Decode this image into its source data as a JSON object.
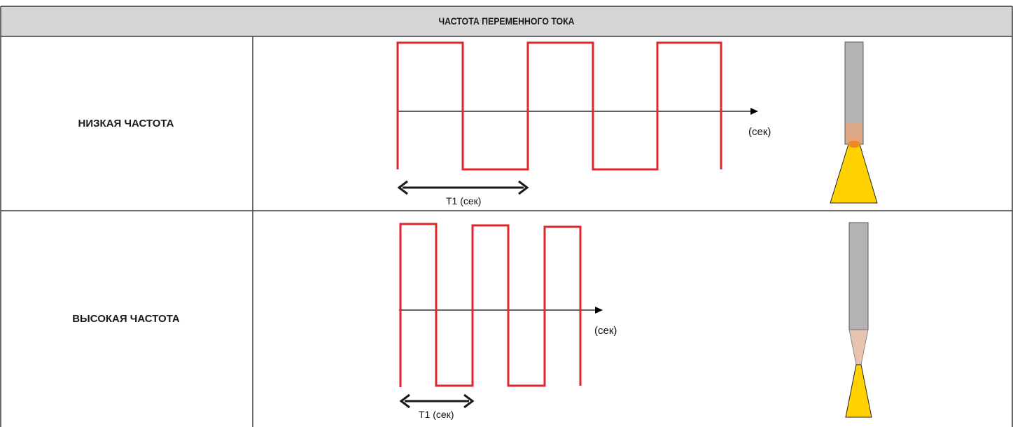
{
  "header": {
    "title": "ЧАСТОТА ПЕРЕМЕННОГО ТОКА"
  },
  "rows": [
    {
      "label": "НИЗКАЯ ЧАСТОТА",
      "axis_unit": "(сек)",
      "period_label": "T1 (сек)"
    },
    {
      "label": "ВЫСОКАЯ ЧАСТОТА",
      "axis_unit": "(сек)",
      "period_label": "T1 (сек)"
    }
  ],
  "colors": {
    "header_bg": "#d6d6d6",
    "border": "#3a3a3a",
    "waveform": "#e0262b",
    "axis": "#000000",
    "electrode": "#b3b3b3",
    "arc": "#ffd200",
    "electrode_tip": "#e9a57a"
  },
  "icons": [
    "tungsten-electrode-icon",
    "welding-arc-cone-icon",
    "double-arrow-icon"
  ]
}
